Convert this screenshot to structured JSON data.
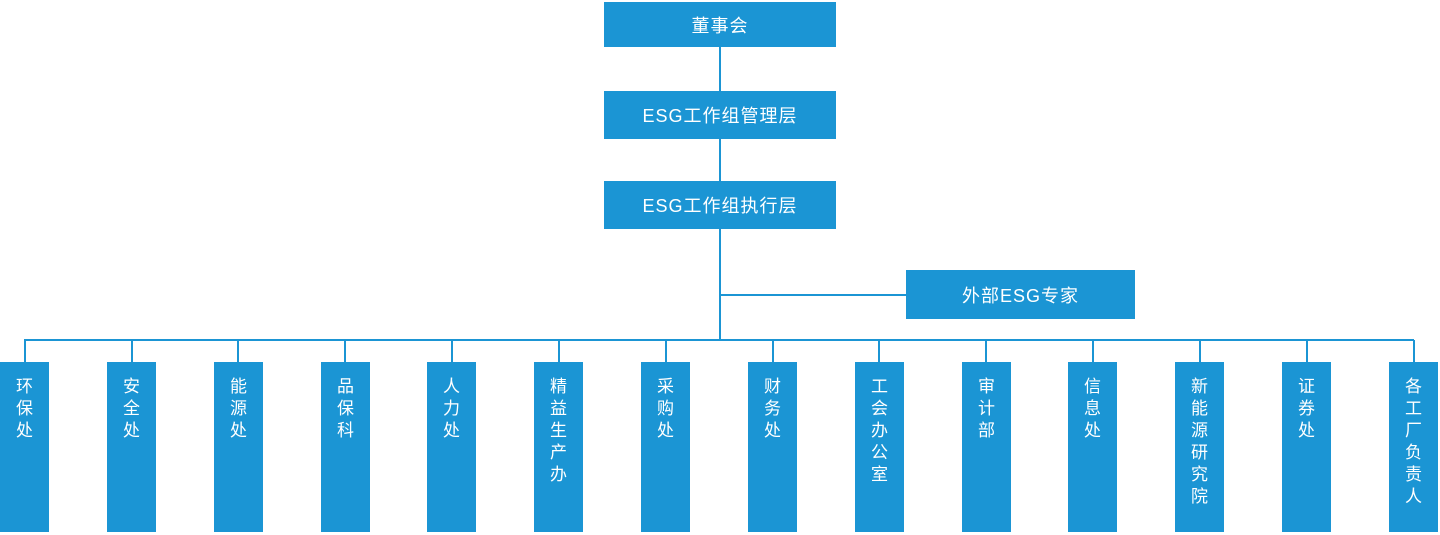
{
  "org": {
    "colors": {
      "node_fill": "#1B95D4",
      "node_text": "#FFFFFF",
      "connector": "#1B95D4",
      "background": "#FFFFFF"
    },
    "root": {
      "label": "董事会"
    },
    "management": {
      "label": "ESG工作组管理层"
    },
    "execution": {
      "label": "ESG工作组执行层"
    },
    "external": {
      "label": "外部ESG专家"
    },
    "departments": [
      {
        "label": "环保处"
      },
      {
        "label": "安全处"
      },
      {
        "label": "能源处"
      },
      {
        "label": "品保科"
      },
      {
        "label": "人力处"
      },
      {
        "label": "精益生产办"
      },
      {
        "label": "采购处"
      },
      {
        "label": "财务处"
      },
      {
        "label": "工会办公室"
      },
      {
        "label": "审计部"
      },
      {
        "label": "信息处"
      },
      {
        "label": "新能源研究院"
      },
      {
        "label": "证券处"
      },
      {
        "label": "各工厂负责人"
      }
    ]
  }
}
